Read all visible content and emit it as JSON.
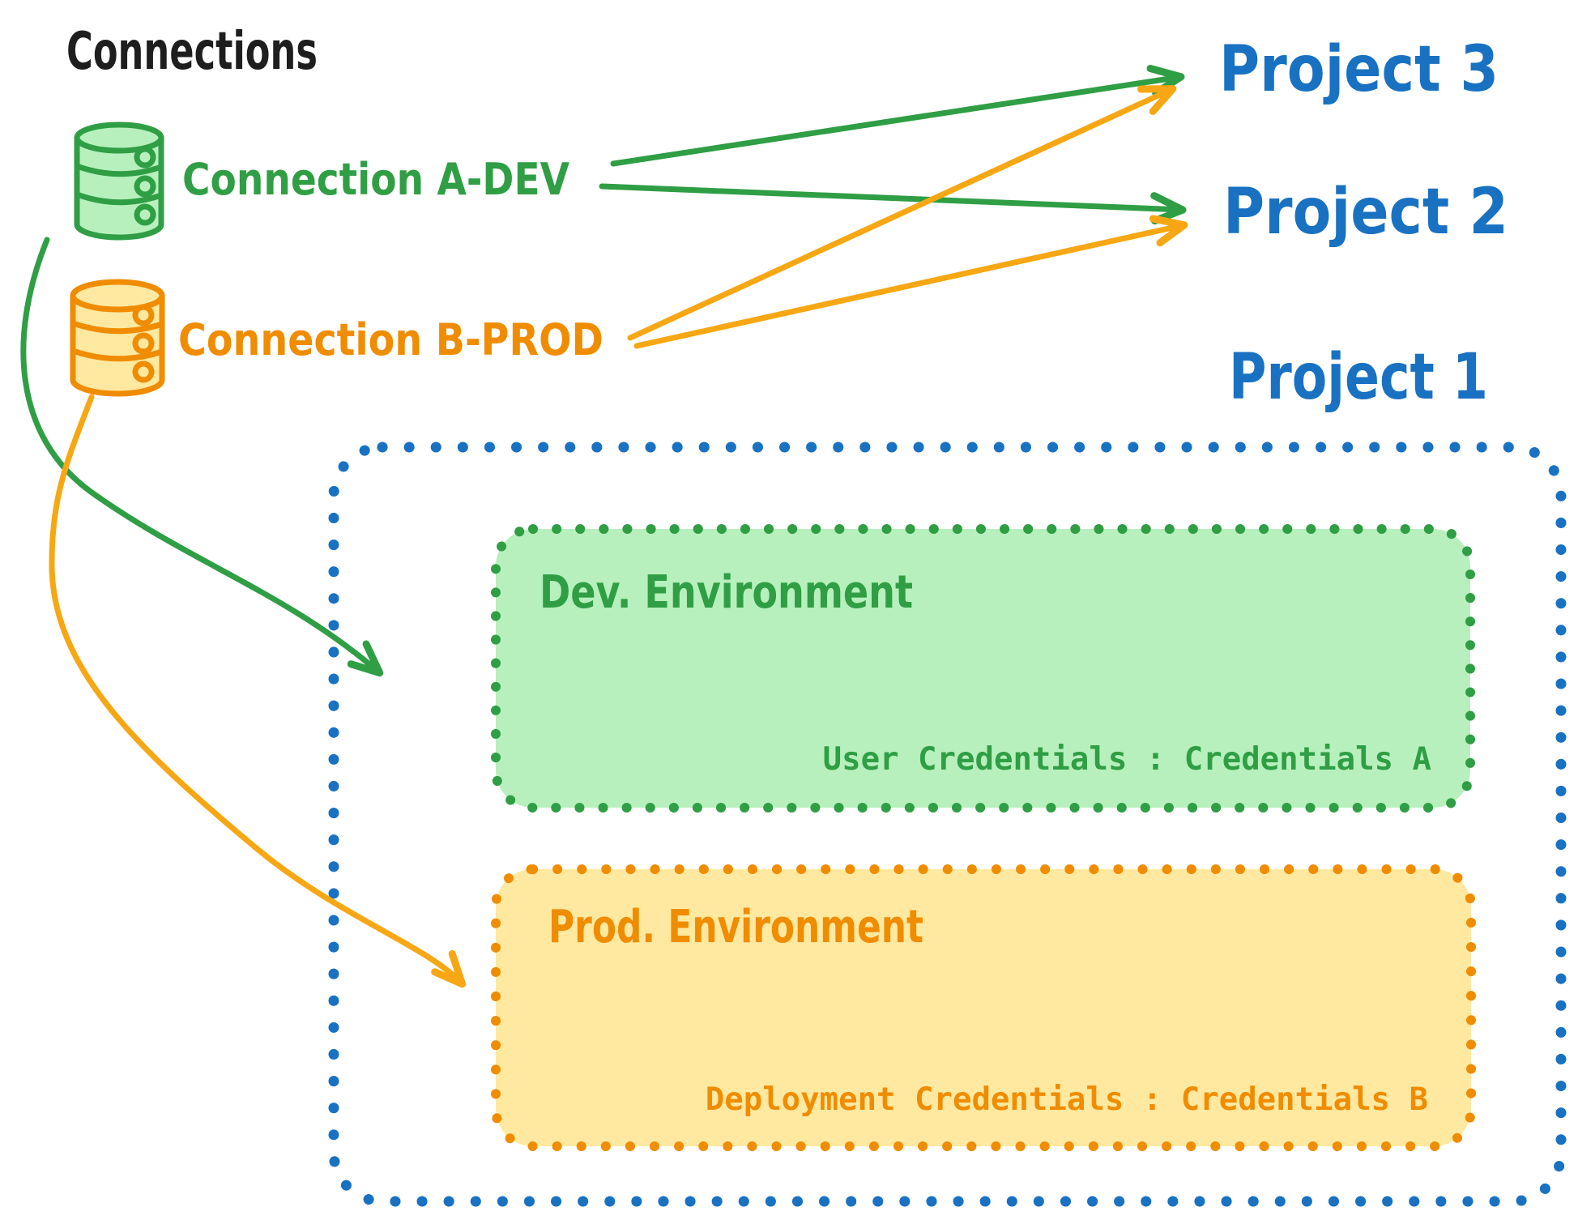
{
  "title": "Connections",
  "colors": {
    "ink": "#1e1e1e",
    "green": "#2f9e44",
    "green-fill": "#b7f0bd",
    "orange": "#f08c00",
    "orange-arrow": "#f6a713",
    "orange-fill": "#ffe9a0",
    "blue": "#1971c2",
    "bg": "#ffffff"
  },
  "icons": {
    "dev_database": "database-icon",
    "prod_database": "database-icon"
  },
  "connections": [
    {
      "label": "Connection A-DEV",
      "type": "dev"
    },
    {
      "label": "Connection B-PROD",
      "type": "prod"
    }
  ],
  "projects": [
    {
      "label": "Project 3"
    },
    {
      "label": "Project 2"
    },
    {
      "label": "Project 1"
    }
  ],
  "project1": {
    "dev_env": {
      "title": "Dev. Environment",
      "credentials": "User Credentials : Credentials A"
    },
    "prod_env": {
      "title": "Prod. Environment",
      "credentials": "Deployment Credentials : Credentials B"
    }
  },
  "arrows": [
    {
      "from": "Connection A-DEV",
      "to": "Project 3",
      "color": "green"
    },
    {
      "from": "Connection A-DEV",
      "to": "Project 2",
      "color": "green"
    },
    {
      "from": "Connection B-PROD",
      "to": "Project 3",
      "color": "orange"
    },
    {
      "from": "Connection B-PROD",
      "to": "Project 2",
      "color": "orange"
    },
    {
      "from": "Connection A-DEV",
      "to": "Dev. Environment",
      "color": "green"
    },
    {
      "from": "Connection B-PROD",
      "to": "Prod. Environment",
      "color": "orange"
    }
  ]
}
